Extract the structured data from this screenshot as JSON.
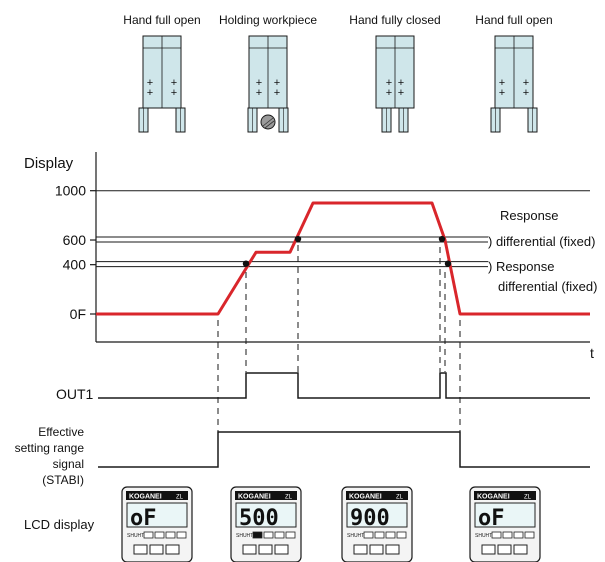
{
  "states": [
    {
      "label": "Hand full open",
      "jaw": "open",
      "work": false
    },
    {
      "label": "Holding workpiece",
      "jaw": "hold",
      "work": true
    },
    {
      "label": "Hand fully closed",
      "jaw": "closed",
      "work": false
    },
    {
      "label": "Hand full open",
      "jaw": "open",
      "work": false
    }
  ],
  "axis": {
    "y_title": "Display",
    "x_title": "t",
    "ticks": [
      {
        "label": "1000",
        "value": 1000
      },
      {
        "label": "600",
        "value": 600
      },
      {
        "label": "400",
        "value": 400
      },
      {
        "label": "0F",
        "value": 0
      }
    ]
  },
  "annotations": {
    "upper_a": "Response",
    "upper_b": ") differential (fixed)",
    "lower_a": ") Response",
    "lower_b": "differential (fixed)"
  },
  "signals": {
    "out1": "OUT1",
    "stabi": [
      "Effective",
      "setting range",
      "signal",
      "(STABI)"
    ]
  },
  "lcd": {
    "row_label": "LCD display",
    "brand": "KOGANEI",
    "model": "ZL",
    "small_text": "SHUHT",
    "readings": [
      "oF",
      "500",
      "900",
      "oF"
    ]
  },
  "colors": {
    "signal": "#d9262b",
    "line": "#1a1a1a",
    "device": "#cfe6ea",
    "lcd_screen": "#eaf6f7"
  }
}
